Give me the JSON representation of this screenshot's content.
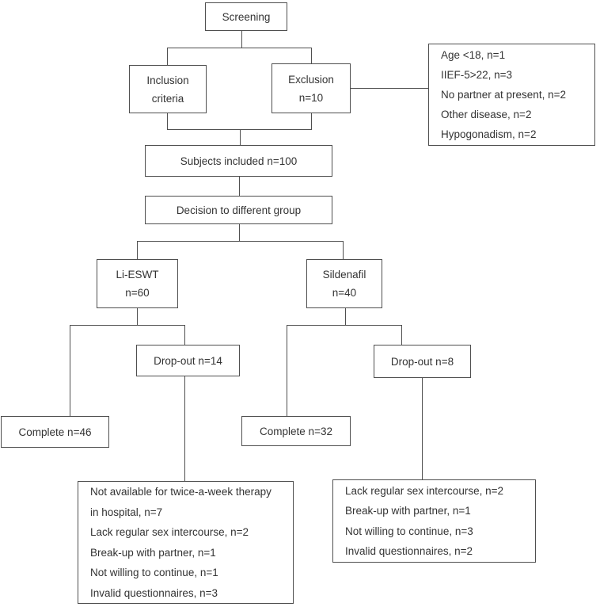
{
  "diagram": {
    "type": "flowchart",
    "description": "Clinical trial participant flow diagram",
    "nodes": {
      "screening": {
        "label": "Screening"
      },
      "inclusion": {
        "line1": "Inclusion",
        "line2": "criteria"
      },
      "exclusion": {
        "line1": "Exclusion",
        "line2": "n=10"
      },
      "exclusion_reasons": {
        "items": [
          "Age <18, n=1",
          "IIEF-5>22, n=3",
          "No partner at present, n=2",
          "Other disease, n=2",
          "Hypogonadism, n=2"
        ]
      },
      "subjects_included": {
        "label": "Subjects included n=100"
      },
      "decision": {
        "label": "Decision to different group"
      },
      "li_eswt": {
        "line1": "Li-ESWT",
        "line2": "n=60"
      },
      "sildenafil": {
        "line1": "Sildenafil",
        "line2": "n=40"
      },
      "li_eswt_dropout": {
        "label": "Drop-out n=14"
      },
      "sildenafil_dropout": {
        "label": "Drop-out n=8"
      },
      "li_eswt_complete": {
        "label": "Complete n=46"
      },
      "sildenafil_complete": {
        "label": "Complete n=32"
      },
      "li_eswt_dropout_reasons": {
        "items": [
          "Not available for twice-a-week therapy in hospital, n=7",
          "Lack regular sex intercourse, n=2",
          "Break-up with partner, n=1",
          "Not willing to continue, n=1",
          "Invalid questionnaires, n=3"
        ]
      },
      "sildenafil_dropout_reasons": {
        "items": [
          "Lack regular sex intercourse, n=2",
          "Break-up with partner, n=1",
          "Not willing to continue, n=3",
          "Invalid questionnaires, n=2"
        ]
      }
    },
    "colors": {
      "line": "#4f4f4f",
      "border": "#4f4f4f",
      "text": "#333333",
      "background": "#ffffff"
    }
  }
}
